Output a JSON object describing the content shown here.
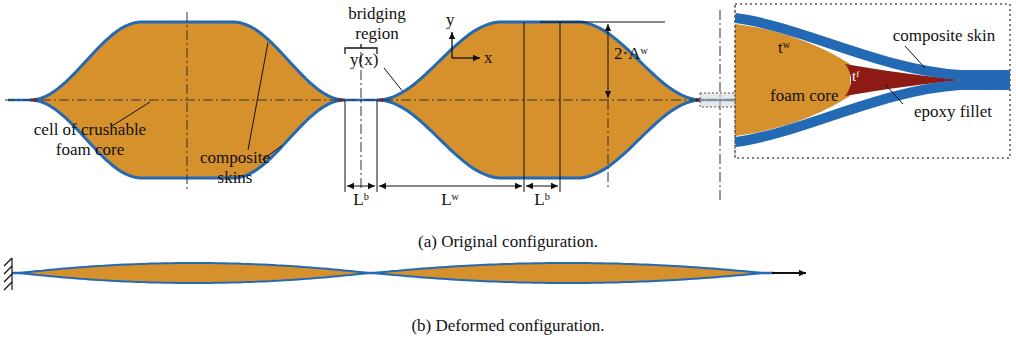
{
  "diagram": {
    "labels": [
      "bridging region",
      "y(x)",
      "y",
      "x",
      "2·Aʷ",
      "cell of crushable foam core",
      "composite skins",
      "Lᵇ",
      "Lʷ",
      "Lᵇ",
      "tʷ",
      "composite skin",
      "tᶠ",
      "foam core",
      "epoxy fillet",
      "(a) Original configuration.",
      "(b) Deformed configuration."
    ]
  }
}
